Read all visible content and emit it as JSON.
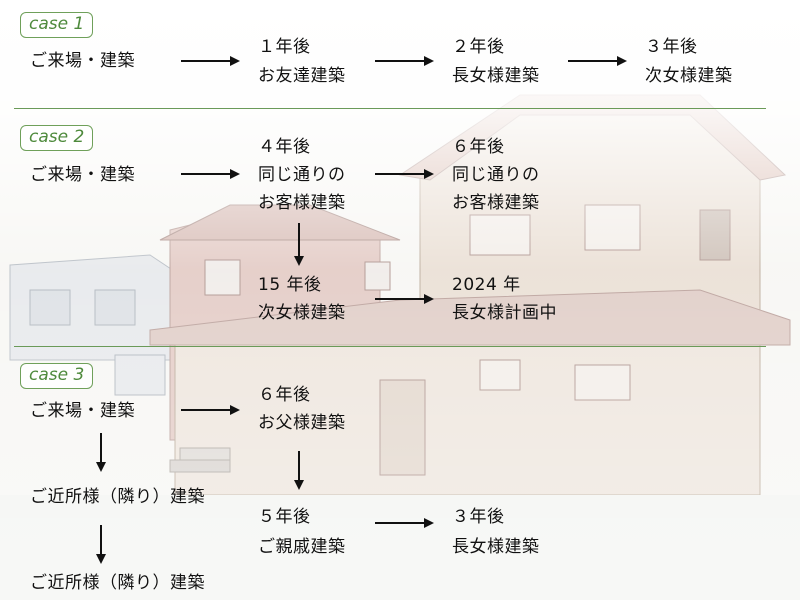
{
  "colors": {
    "divider": "#6a9a58",
    "case_tag": "#4e8a3c",
    "arrow": "#111111"
  },
  "case1": {
    "tag": "case 1",
    "start": "ご来場・建築",
    "step1_a": "１年後",
    "step1_b": "お友達建築",
    "step2_a": "２年後",
    "step2_b": "長女様建築",
    "step3_a": "３年後",
    "step3_b": "次女様建築"
  },
  "case2": {
    "tag": "case 2",
    "start": "ご来場・建築",
    "step1_a": "４年後",
    "step1_b": "同じ通りの",
    "step1_c": "お客様建築",
    "step2_a": "６年後",
    "step2_b": "同じ通りの",
    "step2_c": "お客様建築",
    "step3_a": "15 年後",
    "step3_b": "次女様建築",
    "step4_a": "2024 年",
    "step4_b": "長女様計画中"
  },
  "case3": {
    "tag": "case 3",
    "start": "ご来場・建築",
    "step1_a": "６年後",
    "step1_b": "お父様建築",
    "left1": "ご近所様（隣り）建築",
    "left2": "ご近所様（隣り）建築",
    "step2_a": "５年後",
    "step2_b": "ご親戚建築",
    "step3_a": "３年後",
    "step3_b": "長女様建築"
  }
}
